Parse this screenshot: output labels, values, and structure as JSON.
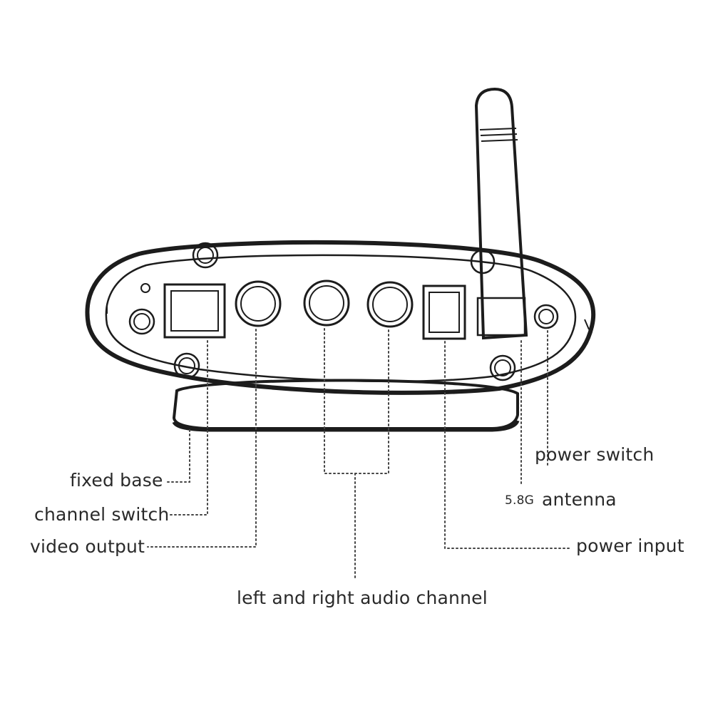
{
  "diagram": {
    "labels": {
      "fixed_base": "fixed base",
      "channel_switch": "channel switch",
      "video_output": "video output",
      "audio_channel": "left and right audio channel",
      "power_switch": "power switch",
      "antenna_prefix": "5.8G",
      "antenna": "antenna",
      "power_input": "power input"
    }
  }
}
